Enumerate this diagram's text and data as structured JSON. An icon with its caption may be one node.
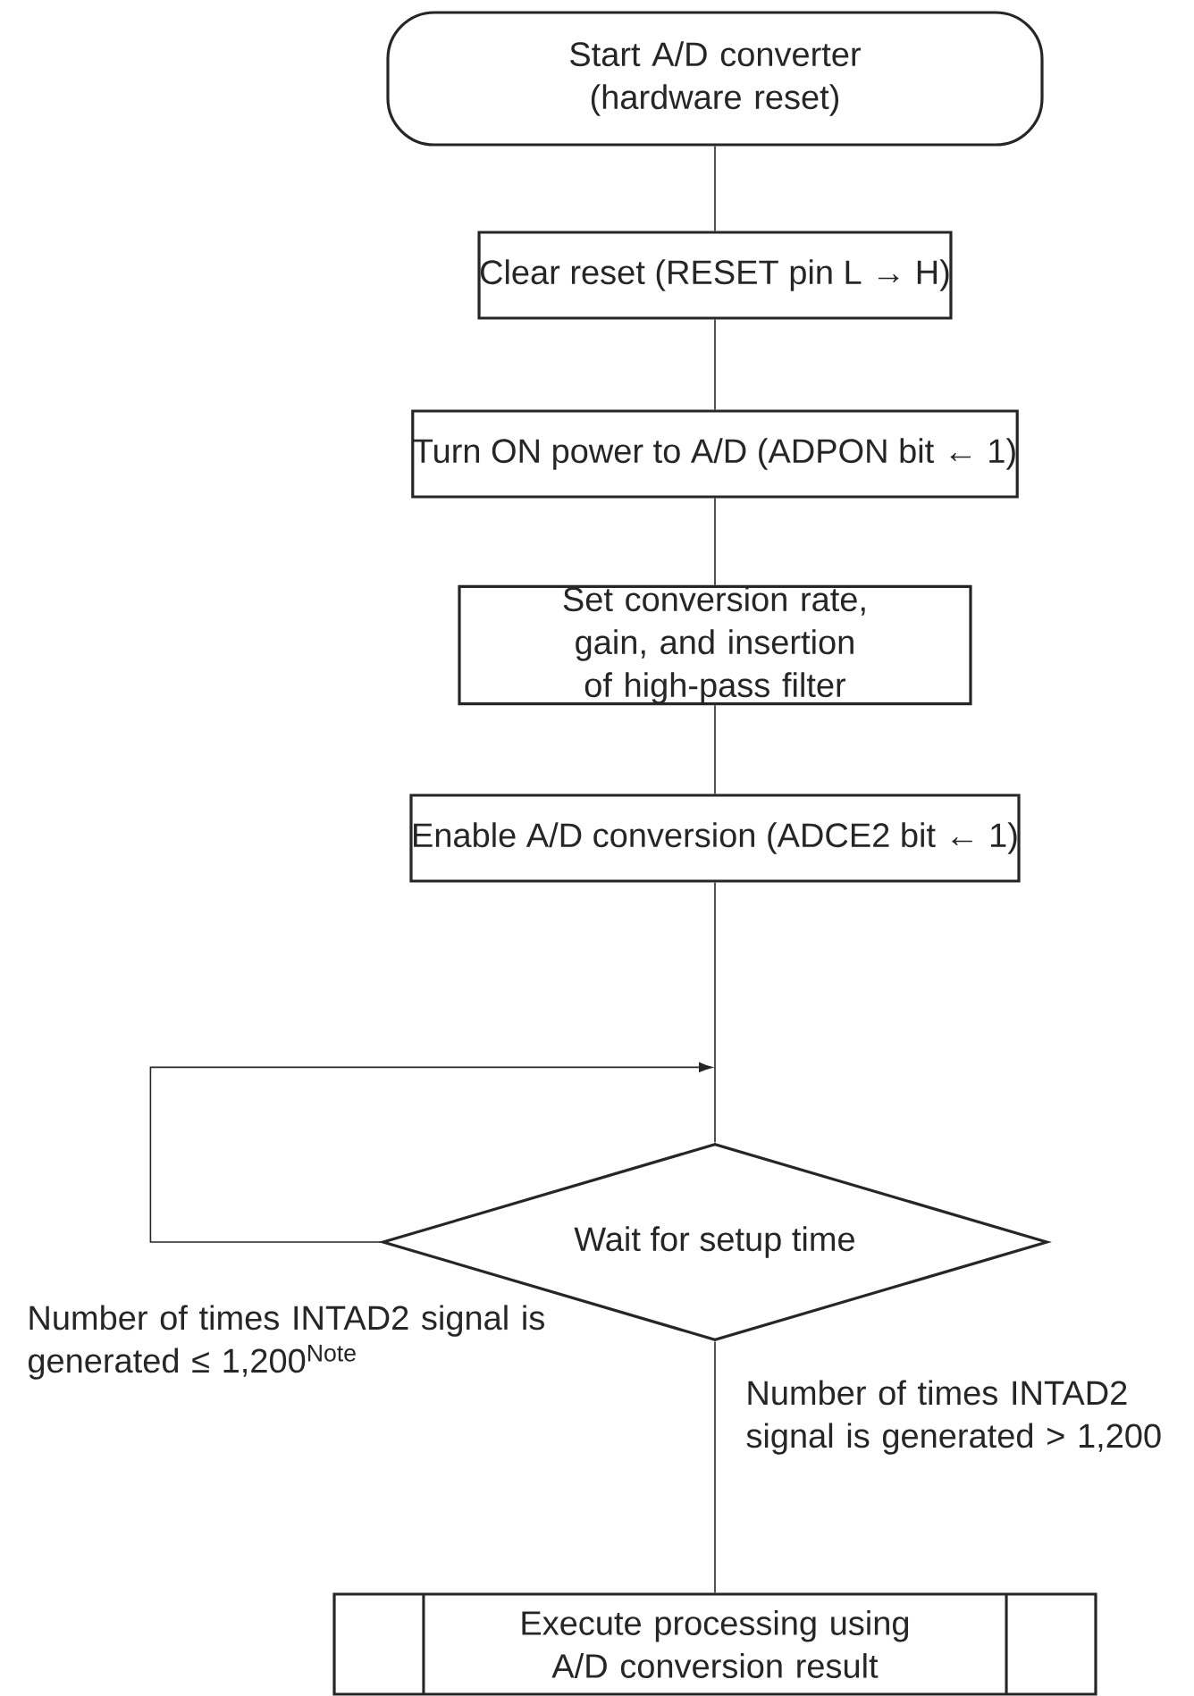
{
  "diagram": {
    "nodes": [
      {
        "text": [
          "Start A/D converter (hardware reset)"
        ]
      },
      {
        "text": [
          "Clear reset (RESET pin L → H)"
        ]
      },
      {
        "text": [
          "Turn ON power to A/D (ADPON bit ← 1)"
        ]
      },
      {
        "text": [
          "Set conversion rate, gain, and insertion of high-pass filter"
        ]
      },
      {
        "text": [
          "Enable A/D conversion (ADCE2 bit ← 1)"
        ]
      },
      {
        "text": [
          "Wait for setup time"
        ]
      },
      {
        "text": [
          "Execute processing using A/D conversion result"
        ]
      }
    ],
    "edges": [
      {
        "from": 0,
        "to": 1,
        "arrow": "none"
      },
      {
        "from": 1,
        "to": 2,
        "arrow": "none"
      },
      {
        "from": 2,
        "to": 3,
        "arrow": "none"
      },
      {
        "from": 3,
        "to": 4,
        "arrow": "none"
      },
      {
        "from": 4,
        "to": 5,
        "arrow": "none"
      },
      {
        "from": 5,
        "to": 5,
        "arrow": "to",
        "label": "Number of times INTAD2 signal is generated ≤ 1,200$^{Note}$"
      },
      {
        "from": 5,
        "to": 6,
        "arrow": "none",
        "label": "Number of times INTAD2 signal is generated > 1,200"
      }
    ]
  }
}
